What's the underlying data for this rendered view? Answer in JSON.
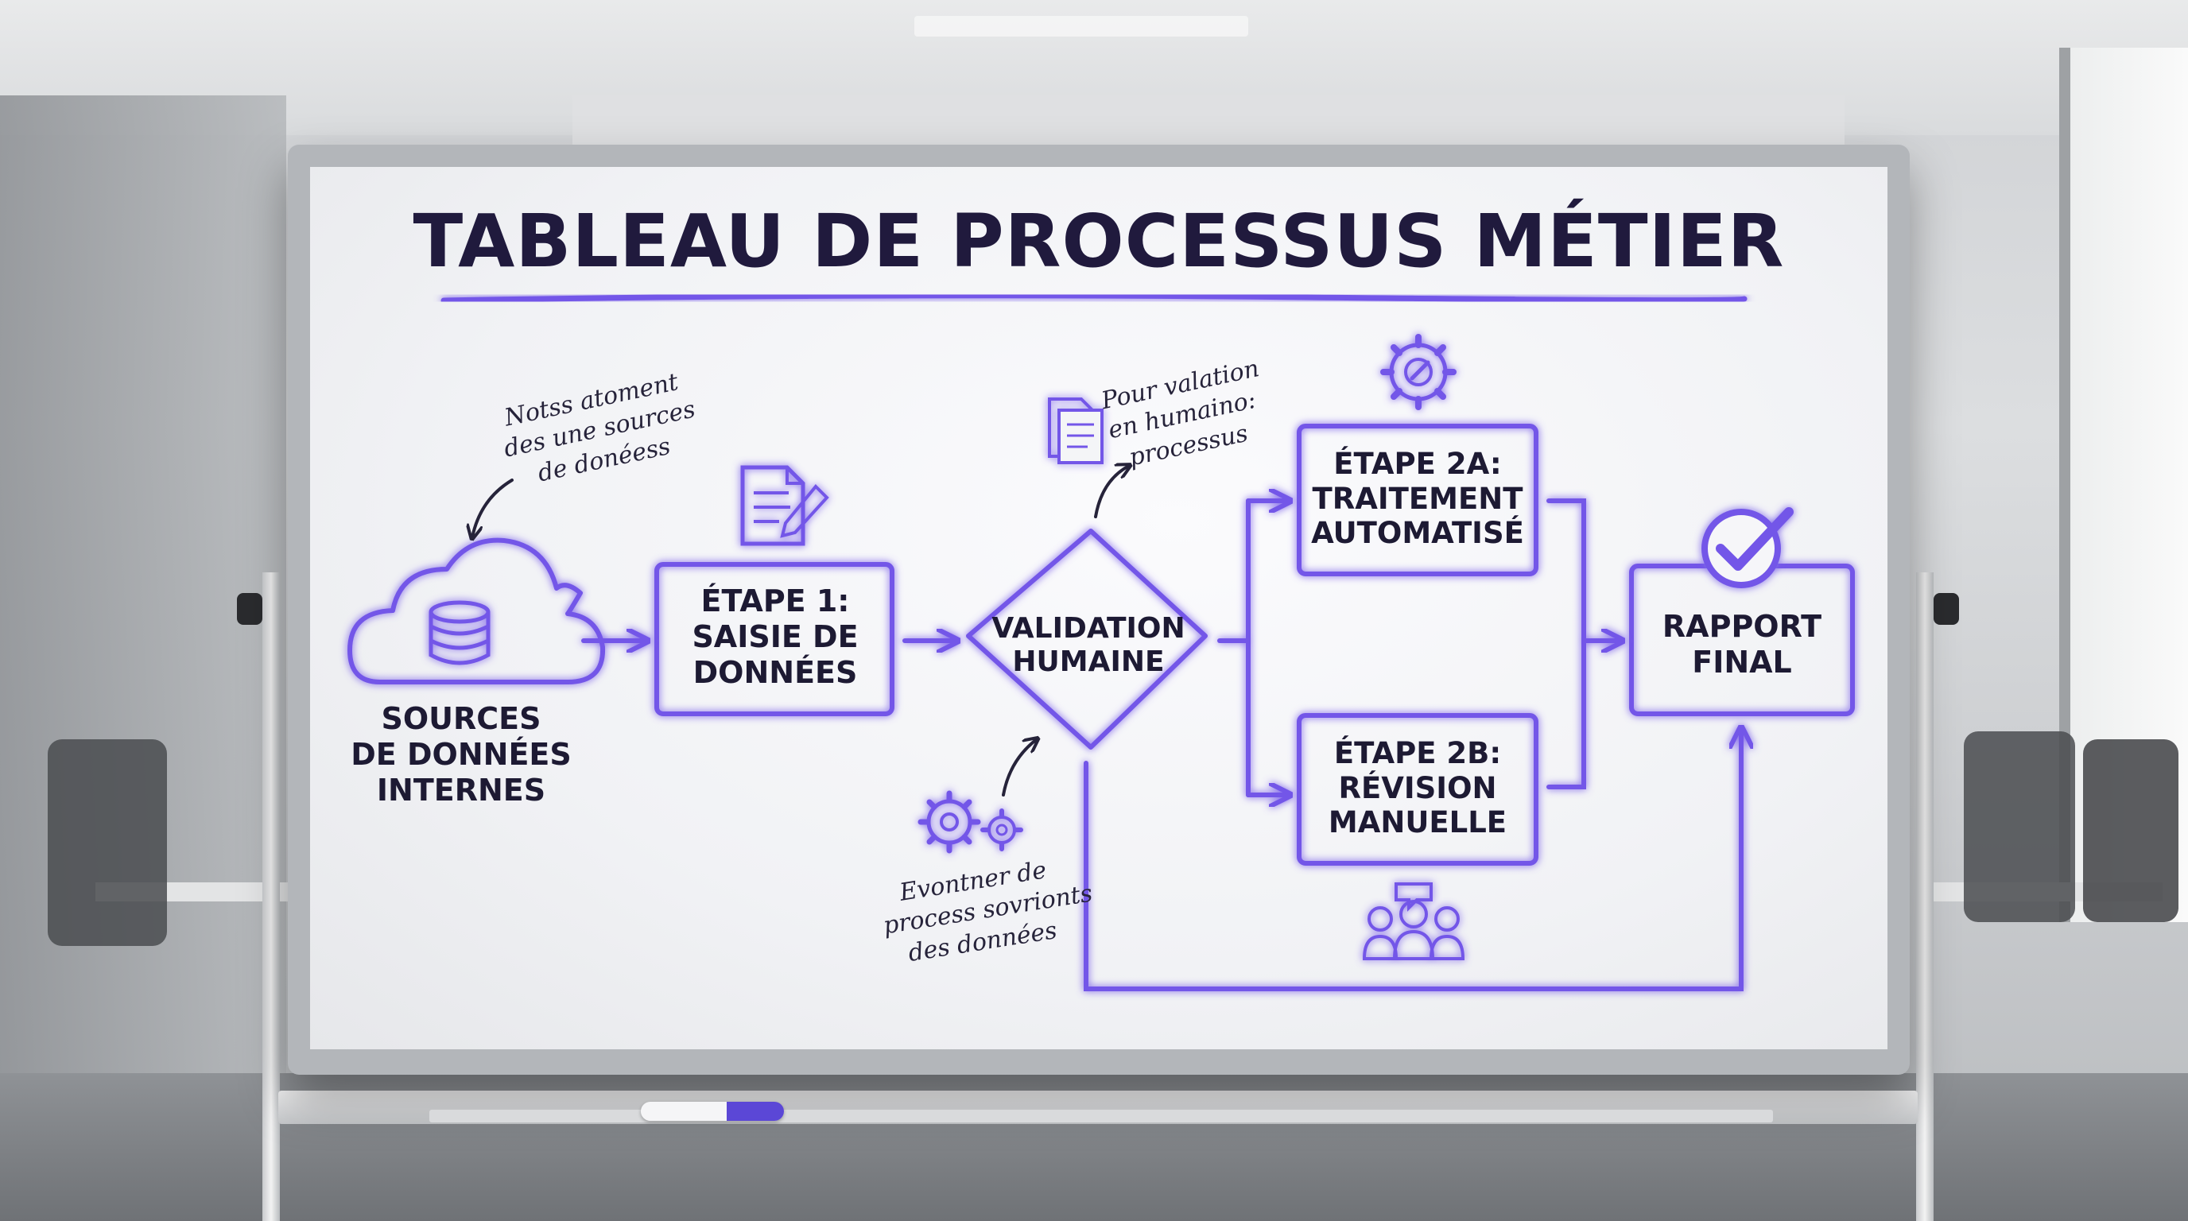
{
  "title": "TABLEAU DE PROCESSUS MÉTIER",
  "colors": {
    "accent": "#7357e8",
    "ink": "#1d1a33",
    "board": "#f4f5f7"
  },
  "nodes": {
    "sources": {
      "lines": [
        "SOURCES",
        "DE DONNÉES",
        "INTERNES"
      ],
      "icon": "cloud-database-icon"
    },
    "etape1": {
      "lines": [
        "ÉTAPE 1:",
        "SAISIE DE",
        "DONNÉES"
      ],
      "icon": "document-edit-icon"
    },
    "validation": {
      "lines": [
        "VALIDATION",
        "HUMAINE"
      ]
    },
    "etape2a": {
      "lines": [
        "ÉTAPE 2A:",
        "TRAITEMENT",
        "AUTOMATISÉ"
      ],
      "icon": "gear-wrench-icon"
    },
    "etape2b": {
      "lines": [
        "ÉTAPE 2B:",
        "RÉVISION",
        "MANUELLE"
      ],
      "icon": "team-discussion-icon"
    },
    "rapport": {
      "lines": [
        "RAPPORT",
        "FINAL"
      ],
      "icon": "check-circle-icon"
    }
  },
  "notes": {
    "sources": {
      "lines": [
        "Notss atoment",
        "des une sources",
        "de donéess"
      ]
    },
    "validation": {
      "lines": [
        "Pour valation",
        "en humaino:",
        "processus"
      ],
      "icon": "documents-icon"
    },
    "process": {
      "lines": [
        "Evontner de",
        "process sovrionts",
        "des données"
      ],
      "icon": "gears-icon"
    }
  }
}
